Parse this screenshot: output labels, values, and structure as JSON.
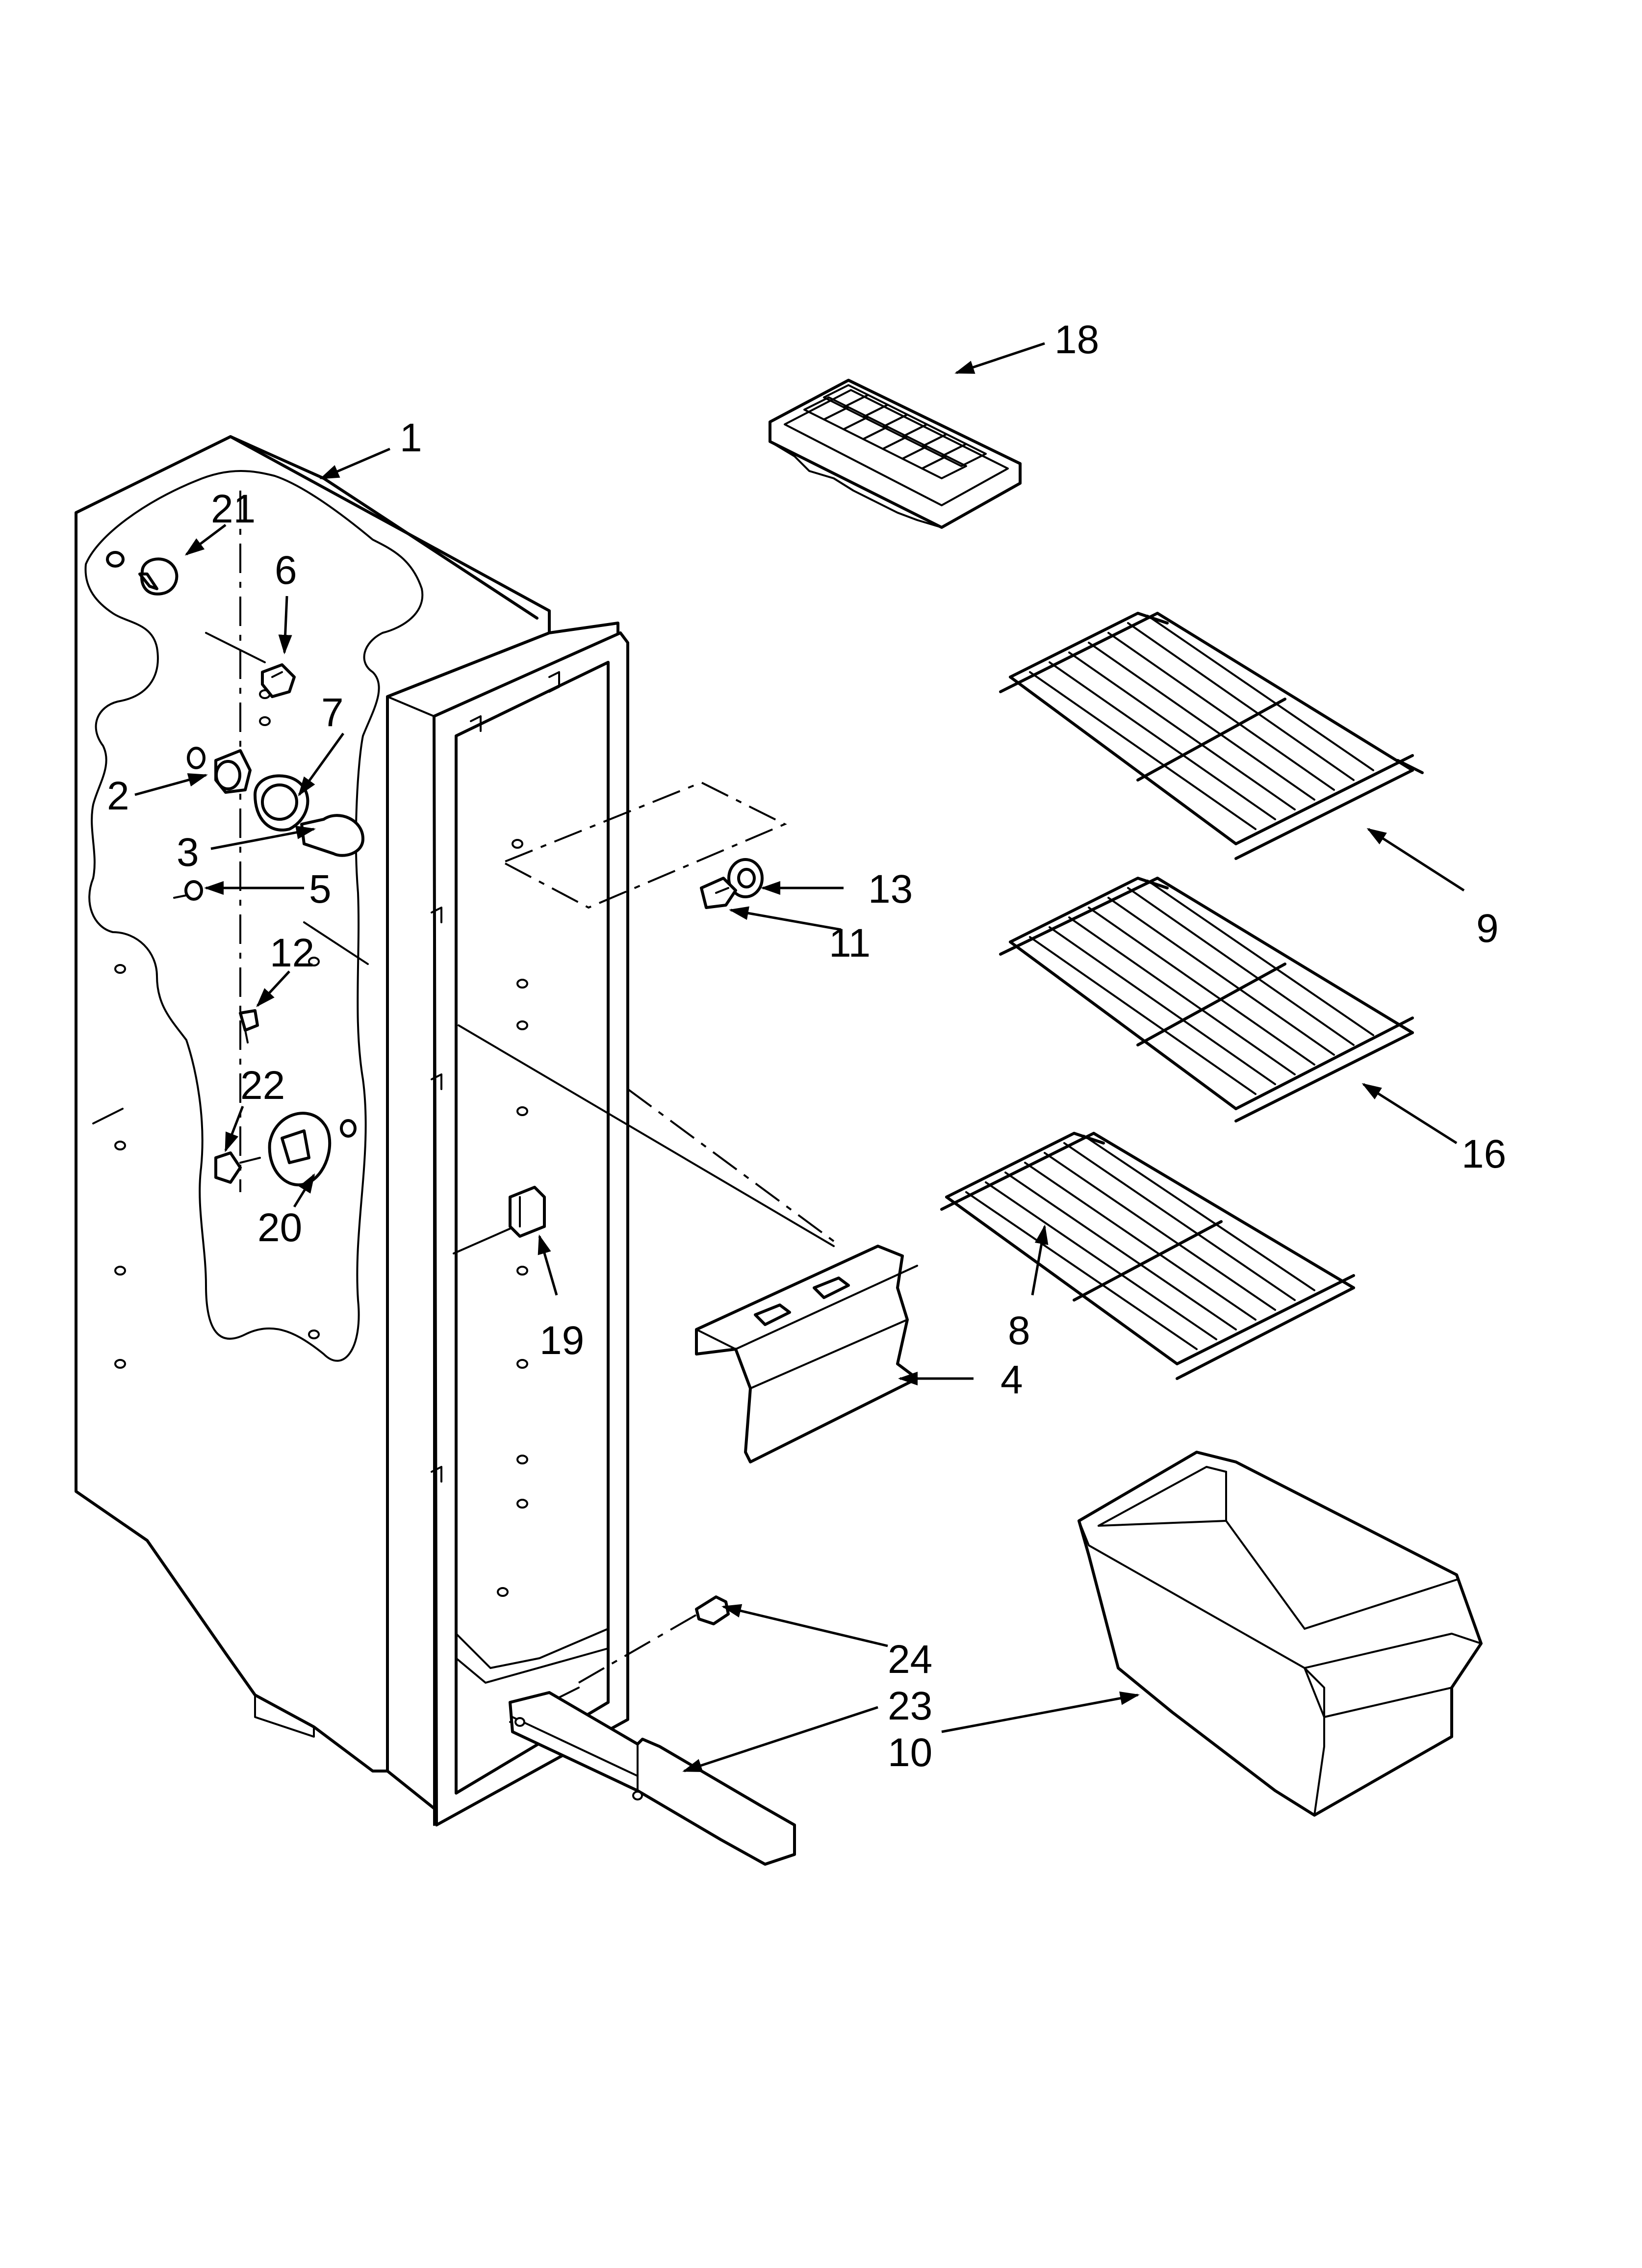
{
  "callouts": {
    "c1": "1",
    "c2": "2",
    "c3": "3",
    "c4": "4",
    "c5": "5",
    "c6": "6",
    "c7": "7",
    "c8": "8",
    "c9": "9",
    "c10": "10",
    "c11": "11",
    "c12": "12",
    "c13": "13",
    "c16": "16",
    "c18": "18",
    "c19": "19",
    "c20": "20",
    "c21": "21",
    "c22": "22",
    "c23": "23",
    "c24": "24"
  }
}
